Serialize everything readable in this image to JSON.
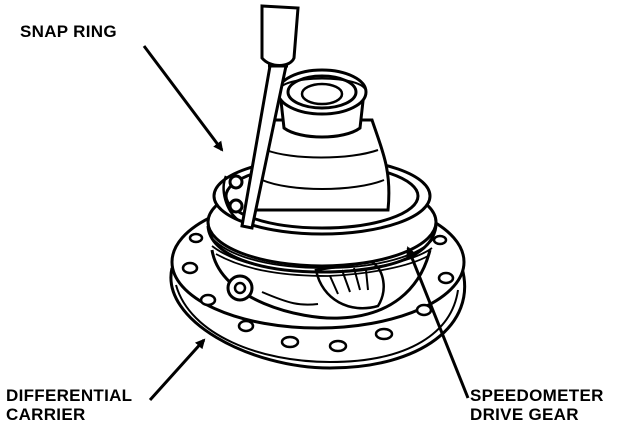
{
  "labels": {
    "snap_ring": "SNAP RING",
    "differential_line1": "DIFFERENTIAL",
    "differential_line2": "CARRIER",
    "speedometer_line1": "SPEEDOMETER",
    "speedometer_line2": "DRIVE GEAR"
  },
  "colors": {
    "ink": "#000000",
    "paper": "#ffffff"
  }
}
